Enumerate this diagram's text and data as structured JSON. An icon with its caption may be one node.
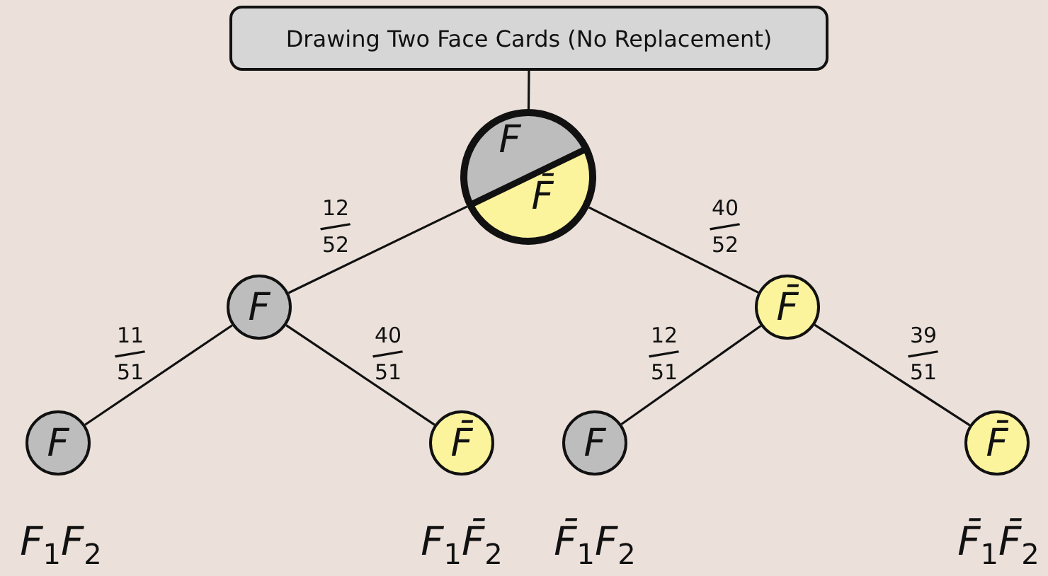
{
  "diagram": {
    "nodes": [
      {
        "text": [
          "Drawing Two Face Cards (No Replacement)"
        ]
      },
      {
        "text": [
          "F",
          "F̄"
        ]
      },
      {
        "text": [
          "F"
        ]
      },
      {
        "text": [
          "F̄"
        ]
      },
      {
        "text": [
          "F"
        ],
        "beside": [
          "F$_{1}$F$_{2}$"
        ]
      },
      {
        "text": [
          "F̄"
        ],
        "beside": [
          "F$_{1}$F̄$_{2}$"
        ]
      },
      {
        "text": [
          "F"
        ],
        "beside": [
          "F̄$_{1}$F$_{2}$"
        ]
      },
      {
        "text": [
          "F̄"
        ],
        "beside": [
          "F̄$_{1}$F̄$_{2}$"
        ]
      }
    ],
    "edges": [
      {
        "from": 0,
        "to": 1,
        "arrow": "none"
      },
      {
        "from": 1,
        "to": 2,
        "arrow": "none",
        "label": "12/52"
      },
      {
        "from": 1,
        "to": 3,
        "arrow": "none",
        "label": "40/52"
      },
      {
        "from": 2,
        "to": 4,
        "arrow": "none",
        "label": "11/51"
      },
      {
        "from": 2,
        "to": 5,
        "arrow": "none",
        "label": "40/51"
      },
      {
        "from": 3,
        "to": 6,
        "arrow": "none",
        "label": "12/51"
      },
      {
        "from": 3,
        "to": 7,
        "arrow": "none",
        "label": "39/51"
      }
    ]
  }
}
